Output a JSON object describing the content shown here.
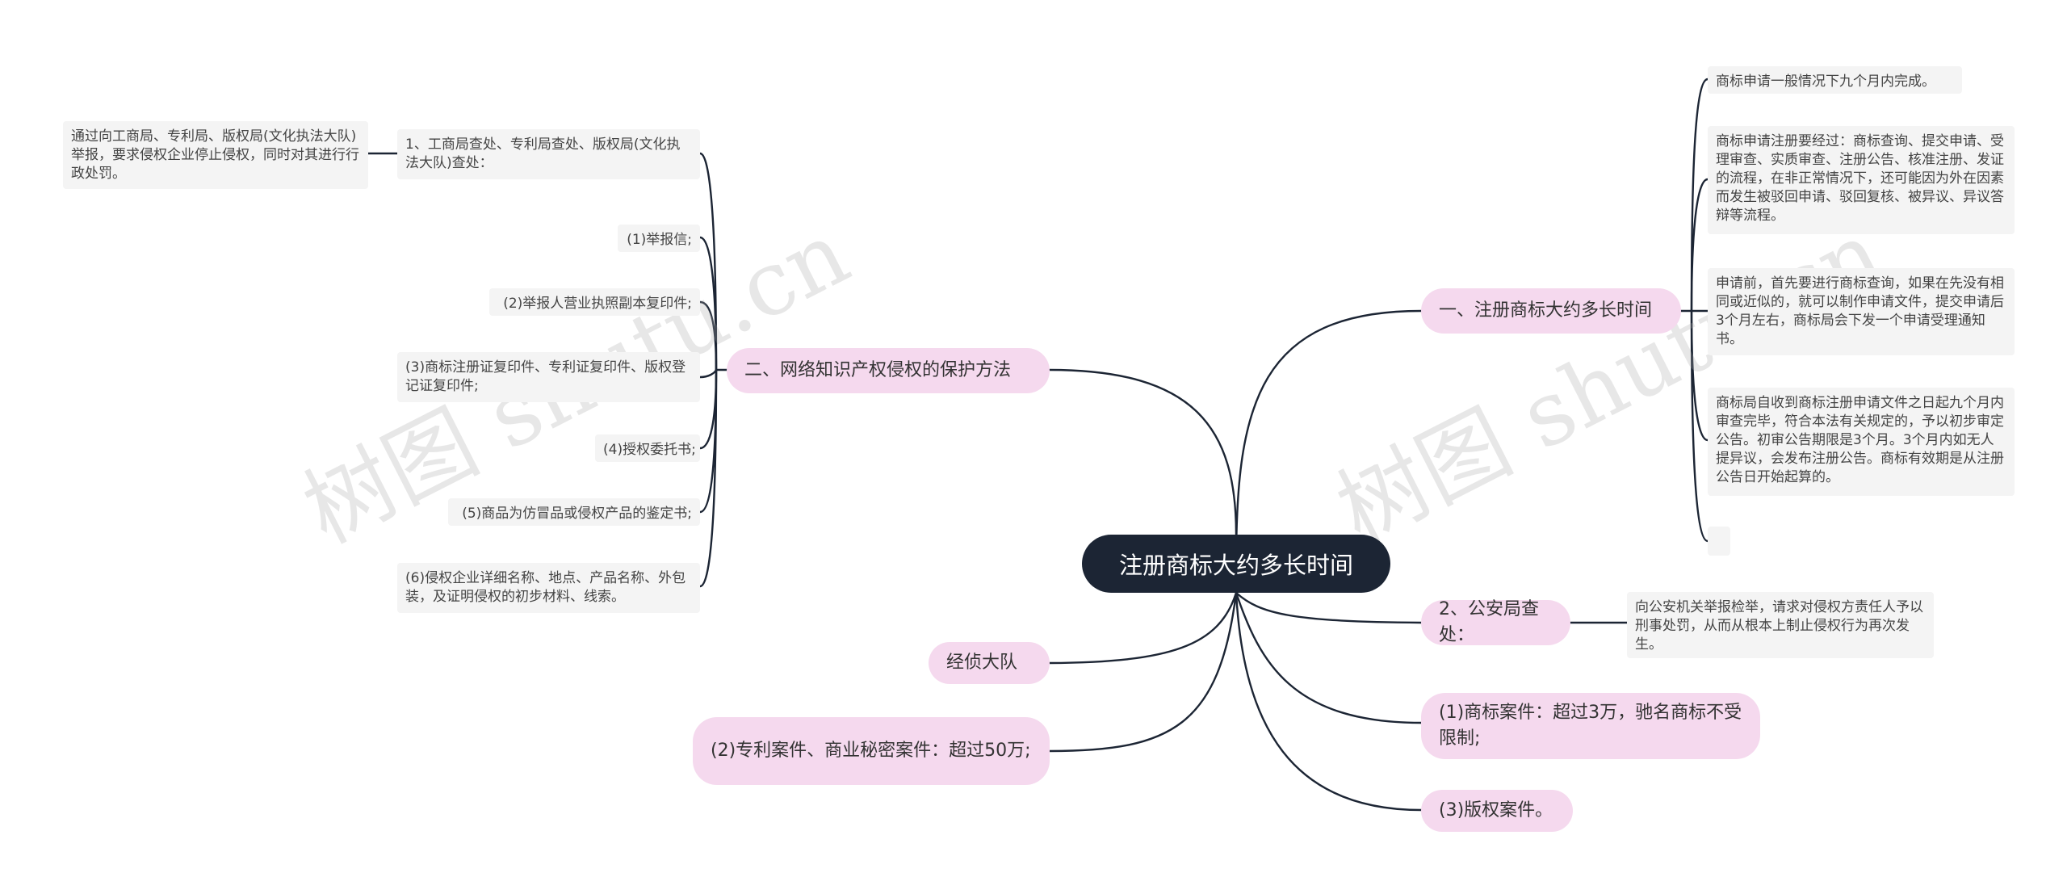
{
  "root": {
    "label": "注册商标大约多长时间"
  },
  "branches": {
    "b1": {
      "label": "一、注册商标大约多长时间",
      "leaves": [
        "商标申请一般情况下九个月内完成。",
        "商标申请注册要经过：商标查询、提交申请、受理审查、实质审查、注册公告、核准注册、发证的流程，在非正常情况下，还可能因为外在因素而发生被驳回申请、驳回复核、被异议、异议答辩等流程。",
        "申请前，首先要进行商标查询，如果在先没有相同或近似的，就可以制作申请文件，提交申请后3个月左右，商标局会下发一个申请受理通知书。",
        "商标局自收到商标注册申请文件之日起九个月内审查完毕，符合本法有关规定的，予以初步审定公告。初审公告期限是3个月。3个月内如无人提异议，会发布注册公告。商标有效期是从注册公告日开始起算的。",
        ""
      ]
    },
    "b2": {
      "label": "二、网络知识产权侵权的保护方法",
      "leaves": [
        "1、工商局查处、专利局查处、版权局(文化执法大队)查处：",
        "(1)举报信;",
        "(2)举报人营业执照副本复印件;",
        "(3)商标注册证复印件、专利证复印件、版权登记证复印件;",
        "(4)授权委托书;",
        "(5)商品为仿冒品或侵权产品的鉴定书;",
        "(6)侵权企业详细名称、地点、产品名称、外包装，及证明侵权的初步材料、线索。"
      ],
      "sub_leaf": "通过向工商局、专利局、版权局(文化执法大队)举报，要求侵权企业停止侵权，同时对其进行行政处罚。"
    },
    "b3": {
      "label": "2、公安局查处：",
      "leaf": "向公安机关举报检举，请求对侵权方责任人予以刑事处罚，从而从根本上制止侵权行为再次发生。"
    },
    "b4": {
      "label": "(1)商标案件：超过3万，驰名商标不受限制;"
    },
    "b5": {
      "label": "(3)版权案件。"
    },
    "b6": {
      "label": "经侦大队"
    },
    "b7": {
      "label": "(2)专利案件、商业秘密案件：超过50万;"
    }
  },
  "watermark": "树图 shutu.cn",
  "colors": {
    "root_bg": "#1c2534",
    "pill_bg": "#f5d9ee",
    "leaf_bg": "#f4f4f4",
    "line": "#1c2534"
  }
}
